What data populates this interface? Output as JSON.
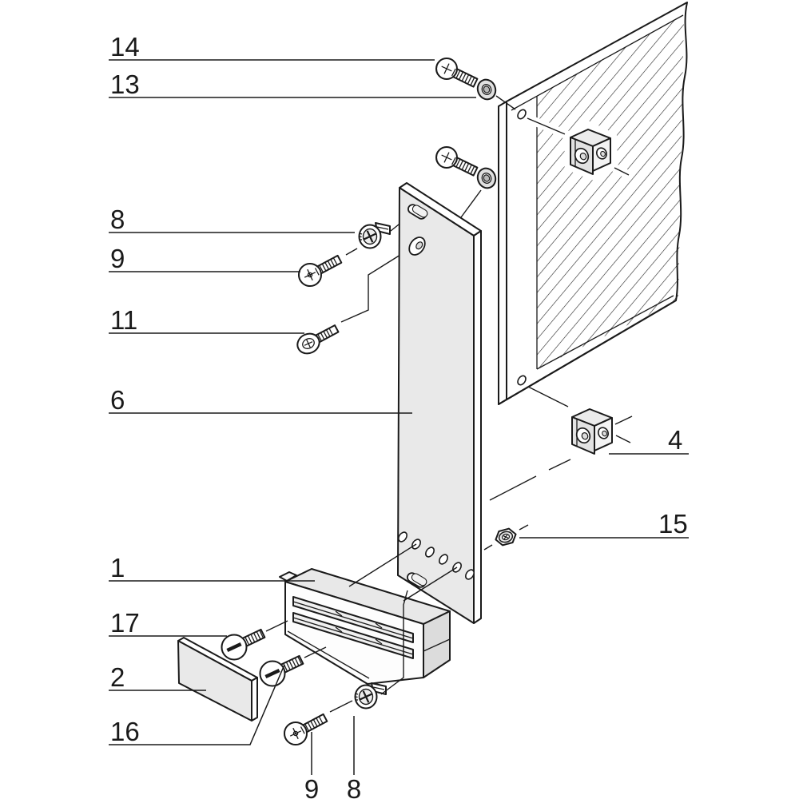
{
  "colors": {
    "background": "#ffffff",
    "line": "#1a1a1a",
    "panel_face": "#e9e9e9",
    "face_light": "#f2f2f2",
    "face_mid": "#dedede",
    "hatch_line": "#222222"
  },
  "callouts": {
    "c14": {
      "text": "14"
    },
    "c13": {
      "text": "13"
    },
    "c8_top": {
      "text": "8"
    },
    "c9_top": {
      "text": "9"
    },
    "c11": {
      "text": "11"
    },
    "c6": {
      "text": "6"
    },
    "c1": {
      "text": "1"
    },
    "c17": {
      "text": "17"
    },
    "c2": {
      "text": "2"
    },
    "c16": {
      "text": "16"
    },
    "c4": {
      "text": "4"
    },
    "c15": {
      "text": "15"
    },
    "c9_bottom": {
      "text": "9"
    },
    "c8_bottom": {
      "text": "8"
    }
  }
}
